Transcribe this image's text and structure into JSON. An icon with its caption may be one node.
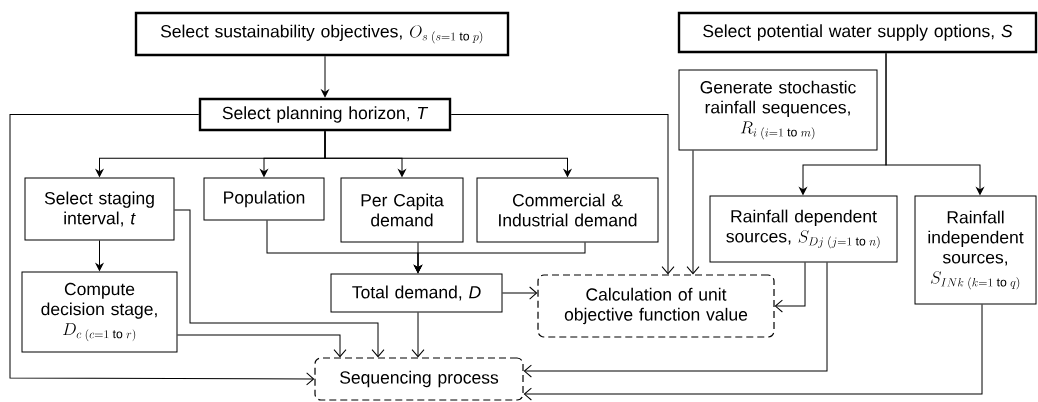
{
  "diagram": {
    "nodes": [
      {
        "text": [
          "Select sustainability objectives,",
          "O_{s\\;(s=1\\;\\mathrm{to}\\;p)}"
        ]
      },
      {
        "text": [
          "Select planning horizon, *T*"
        ]
      },
      {
        "text": [
          "Select staging interval, *t*"
        ]
      },
      {
        "text": [
          "Population"
        ]
      },
      {
        "text": [
          "Per Capita demand"
        ]
      },
      {
        "text": [
          "Commercial & Industrial demand"
        ]
      },
      {
        "text": [
          "Compute decision stage,",
          "D_{c\\;(c=1\\;\\mathrm{to}\\;r)}"
        ]
      },
      {
        "text": [
          "Total demand, *D*"
        ]
      },
      {
        "text": [
          "Calculation of unit objective function value"
        ]
      },
      {
        "text": [
          "Sequencing process"
        ]
      },
      {
        "text": [
          "Select potential water supply options, *S*"
        ]
      },
      {
        "text": [
          "Generate stochastic rainfall sequences,",
          "R_{i\\;(i=1\\;\\mathrm{to}\\;m)}"
        ]
      },
      {
        "text": [
          "Rainfall dependent sources,",
          "S_{Dj\\;(j=1\\;\\mathrm{to}\\;n)}"
        ]
      },
      {
        "text": [
          "Rainfall independent sources,",
          "S_{INk\\;(k=1\\;\\mathrm{to}\\;q)}"
        ]
      }
    ],
    "edges": [
      {
        "from": 0,
        "to": 1,
        "arrow": "to"
      },
      {
        "from": 1,
        "to": 2,
        "arrow": "to"
      },
      {
        "from": 1,
        "to": 3,
        "arrow": "to"
      },
      {
        "from": 1,
        "to": 4,
        "arrow": "to"
      },
      {
        "from": 1,
        "to": 5,
        "arrow": "to"
      },
      {
        "from": 1,
        "to": 9,
        "arrow": "to"
      },
      {
        "from": 1,
        "to": 8,
        "arrow": "to"
      },
      {
        "from": 2,
        "to": 6,
        "arrow": "to"
      },
      {
        "from": 2,
        "to": 9,
        "arrow": "to"
      },
      {
        "from": 6,
        "to": 9,
        "arrow": "to"
      },
      {
        "from": 3,
        "to": 7,
        "arrow": "to"
      },
      {
        "from": 4,
        "to": 7,
        "arrow": "to"
      },
      {
        "from": 5,
        "to": 7,
        "arrow": "to"
      },
      {
        "from": 7,
        "to": 9,
        "arrow": "to"
      },
      {
        "from": 7,
        "to": 8,
        "arrow": "to"
      },
      {
        "from": 11,
        "to": 8,
        "arrow": "to"
      },
      {
        "from": 12,
        "to": 8,
        "arrow": "to"
      },
      {
        "from": 12,
        "to": 9,
        "arrow": "to"
      },
      {
        "from": 13,
        "to": 9,
        "arrow": "to"
      },
      {
        "from": 10,
        "to": 12,
        "arrow": "to"
      },
      {
        "from": 10,
        "to": 13,
        "arrow": "to"
      }
    ]
  }
}
